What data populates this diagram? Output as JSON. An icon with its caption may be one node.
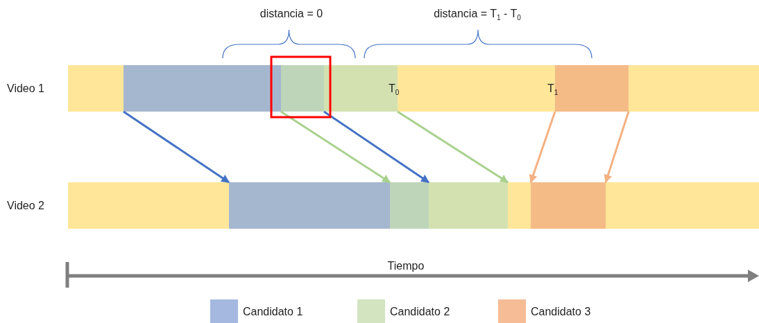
{
  "diagram": {
    "nodes": [
      {
        "text": [
          "Video 1"
        ]
      },
      {
        "text": [],
        "shape": "bar",
        "in": 0
      },
      {
        "text": [],
        "shape": "bar",
        "in": 0
      },
      {
        "text": [],
        "shape": "bar",
        "in": 0
      },
      {
        "text": [],
        "shape": "bar",
        "in": 0
      },
      {
        "text": [
          "Video 2"
        ]
      },
      {
        "text": [],
        "shape": "bar",
        "in": 5
      },
      {
        "text": [],
        "shape": "bar",
        "in": 5
      },
      {
        "text": [],
        "shape": "bar",
        "in": 5
      },
      {
        "text": [],
        "shape": "bar",
        "in": 5
      }
    ],
    "edges": [
      {
        "from": 1,
        "to": 6,
        "arrow": "to",
        "color": "#4472c4"
      },
      {
        "from": 2,
        "to": 7,
        "arrow": "to",
        "color": "#a9d18e"
      },
      {
        "from": 2,
        "to": 7,
        "arrow": "to",
        "color": "#4472c4"
      },
      {
        "from": 3,
        "to": 8,
        "arrow": "to",
        "color": "#a9d18e"
      },
      {
        "from": 4,
        "to": 9,
        "arrow": "to",
        "color": "#f4b183"
      },
      {
        "from": 4,
        "to": 9,
        "arrow": "to",
        "color": "#f4b183"
      }
    ],
    "labels": [
      "distancia = 0",
      "distancia = T$_{1}$ - T$_{0}$",
      "T$_{0}$",
      "T$_{1}$",
      "Tiempo"
    ],
    "legend": [
      {
        "text": "Candidato 1",
        "color": "#a4b8e0"
      },
      {
        "text": "Candidato 2",
        "color": "#d2e4c0"
      },
      {
        "text": "Candidato 3",
        "color": "#f5bc96"
      }
    ]
  }
}
